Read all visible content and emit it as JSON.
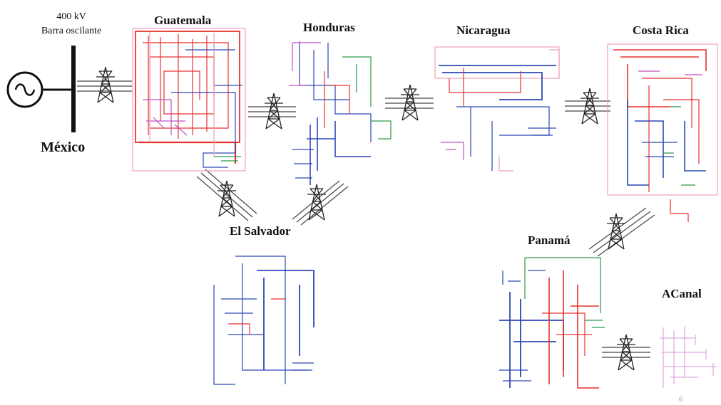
{
  "slack_bus": {
    "voltage_label": "400 kV",
    "bus_label": "Barra oscilante",
    "country_label": "México"
  },
  "regions": {
    "guatemala": "Guatemala",
    "honduras": "Honduras",
    "nicaragua": "Nicaragua",
    "costa_rica": "Costa Rica",
    "el_salvador": "El Salvador",
    "panama": "Panamá",
    "acanal": "ACanal"
  },
  "page_number": "6",
  "colors": {
    "high_voltage": "#e8312f",
    "medium_voltage": "#2c48b5",
    "low_voltage": "#c050c0",
    "link_green": "#2a9a4a",
    "light_red": "#f2a0b0",
    "tower": "#222222"
  },
  "icons": [
    "ac-generator-icon",
    "transmission-tower-icon"
  ]
}
